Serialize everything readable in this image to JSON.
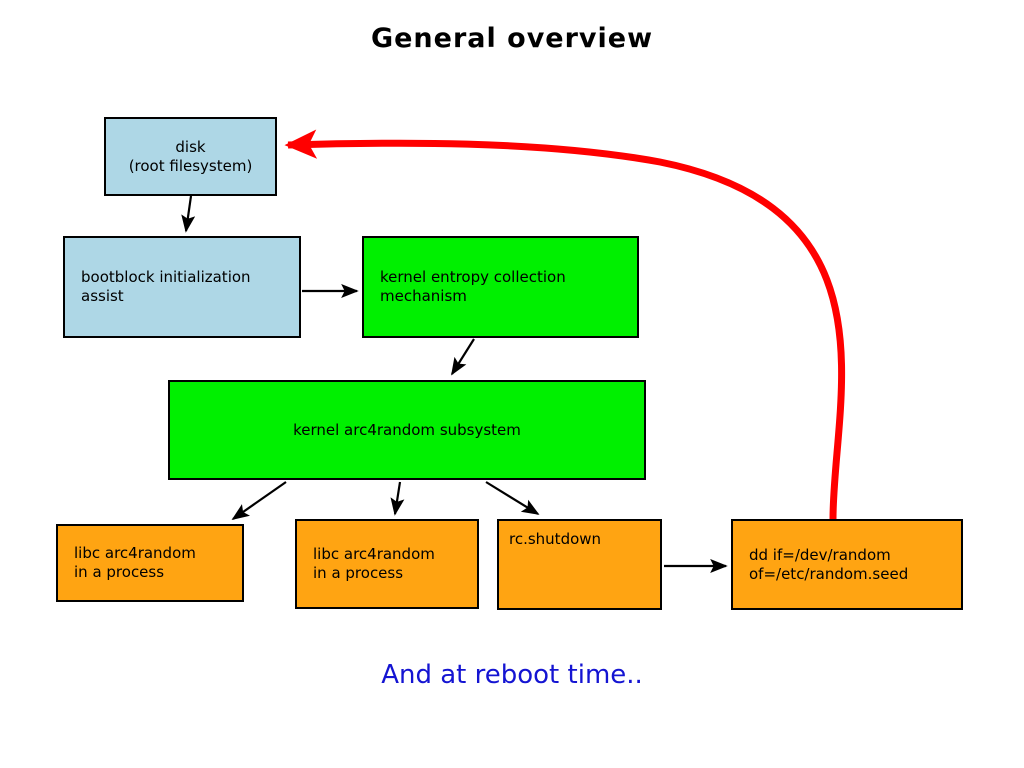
{
  "slide": {
    "title": "General overview",
    "footnote": "And at reboot time..",
    "background_color": "#ffffff"
  },
  "palette": {
    "blue_fill": "#aed7e6",
    "green_fill": "#00f000",
    "orange_fill": "#ffa412",
    "border": "#000000",
    "arrow": "#000000",
    "feedback_arrow": "#ff0000",
    "footnote_text": "#1414d2"
  },
  "diagram": {
    "type": "flowchart",
    "nodes": [
      {
        "id": "disk",
        "label": "disk\n(root filesystem)",
        "fill": "#aed7e6",
        "align": "center"
      },
      {
        "id": "bootblock",
        "label": "bootblock initialization\nassist",
        "fill": "#aed7e6",
        "align": "left"
      },
      {
        "id": "entropy",
        "label": "kernel entropy collection\nmechanism",
        "fill": "#00f000",
        "align": "left"
      },
      {
        "id": "arc4",
        "label": "kernel arc4random subsystem",
        "fill": "#00f000",
        "align": "center"
      },
      {
        "id": "libc1",
        "label": "libc arc4random\nin a process",
        "fill": "#ffa412",
        "align": "left"
      },
      {
        "id": "libc2",
        "label": "libc arc4random\nin a process",
        "fill": "#ffa412",
        "align": "left"
      },
      {
        "id": "rcshutdown",
        "label": "rc.shutdown",
        "fill": "#ffa412",
        "align": "left-top"
      },
      {
        "id": "dd",
        "label": "dd if=/dev/random\n    of=/etc/random.seed",
        "fill": "#ffa412",
        "align": "left"
      }
    ],
    "edges": [
      {
        "from": "disk",
        "to": "bootblock",
        "style": "black-arrow"
      },
      {
        "from": "bootblock",
        "to": "entropy",
        "style": "black-arrow"
      },
      {
        "from": "entropy",
        "to": "arc4",
        "style": "black-arrow"
      },
      {
        "from": "arc4",
        "to": "libc1",
        "style": "black-arrow"
      },
      {
        "from": "arc4",
        "to": "libc2",
        "style": "black-arrow"
      },
      {
        "from": "arc4",
        "to": "rcshutdown",
        "style": "black-arrow"
      },
      {
        "from": "rcshutdown",
        "to": "dd",
        "style": "black-arrow"
      },
      {
        "from": "dd",
        "to": "disk",
        "style": "red-curved-arrow"
      }
    ]
  }
}
